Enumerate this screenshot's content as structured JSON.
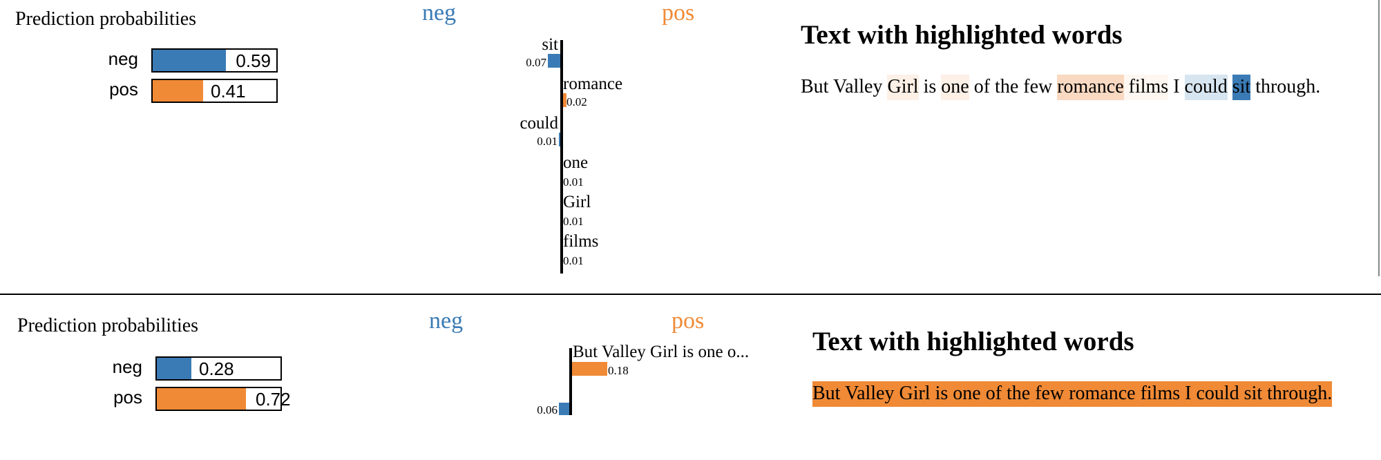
{
  "panels": [
    {
      "prediction": {
        "title": "Prediction probabilities",
        "rows": [
          {
            "label": "neg",
            "value": 0.59,
            "value_text": "0.59",
            "color": "#3a7bb5"
          },
          {
            "label": "pos",
            "value": 0.41,
            "value_text": "0.41",
            "color": "#f08a36"
          }
        ]
      },
      "explanation": {
        "neg_label": "neg",
        "pos_label": "pos",
        "features": [
          {
            "word": "sit",
            "weight": 0.07,
            "weight_text": "0.07",
            "side": "neg"
          },
          {
            "word": "romance",
            "weight": 0.02,
            "weight_text": "0.02",
            "side": "pos"
          },
          {
            "word": "could",
            "weight": 0.01,
            "weight_text": "0.01",
            "side": "neg"
          },
          {
            "word": "one",
            "weight": 0.01,
            "weight_text": "0.01",
            "side": "pos"
          },
          {
            "word": "Girl",
            "weight": 0.01,
            "weight_text": "0.01",
            "side": "pos"
          },
          {
            "word": "films",
            "weight": 0.01,
            "weight_text": "0.01",
            "side": "pos"
          }
        ]
      },
      "text": {
        "heading": "Text with highlighted words",
        "segments": [
          {
            "t": "But Valley ",
            "bg": null
          },
          {
            "t": "Girl",
            "bg": "#fdf0e6"
          },
          {
            "t": " is ",
            "bg": null
          },
          {
            "t": "one",
            "bg": "#fdf0e6"
          },
          {
            "t": " of the few ",
            "bg": null
          },
          {
            "t": "romance",
            "bg": "#f9d9c1"
          },
          {
            "t": " films",
            "bg": "#fef7f1"
          },
          {
            "t": " I ",
            "bg": null
          },
          {
            "t": "could",
            "bg": "#d7e5f0"
          },
          {
            "t": " ",
            "bg": null
          },
          {
            "t": "sit",
            "bg": "#3a7bb5"
          },
          {
            "t": " through.",
            "bg": null
          }
        ]
      }
    },
    {
      "prediction": {
        "title": "Prediction probabilities",
        "rows": [
          {
            "label": "neg",
            "value": 0.28,
            "value_text": "0.28",
            "color": "#3a7bb5"
          },
          {
            "label": "pos",
            "value": 0.72,
            "value_text": "0.72",
            "color": "#f08a36"
          }
        ]
      },
      "explanation": {
        "neg_label": "neg",
        "pos_label": "pos",
        "features": [
          {
            "word": "But Valley Girl is one o...",
            "weight": 0.18,
            "weight_text": "0.18",
            "side": "pos"
          },
          {
            "word": "",
            "weight": 0.06,
            "weight_text": "0.06",
            "side": "neg"
          }
        ]
      },
      "text": {
        "heading": "Text with highlighted words",
        "segments": [
          {
            "t": "But Valley Girl is one of the few romance films I could sit through.",
            "bg": "#f08a36"
          }
        ]
      }
    }
  ],
  "colors": {
    "neg": "#3a7bb5",
    "pos": "#f08a36"
  }
}
